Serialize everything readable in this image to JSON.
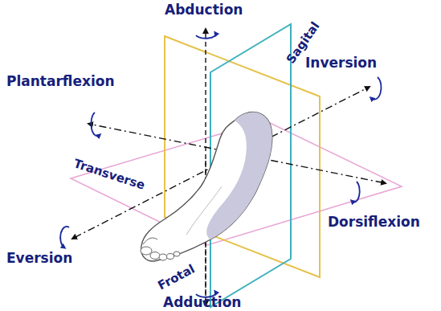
{
  "diagram": {
    "labels": [
      "Abduction",
      "Sagital",
      "Inversion",
      "Plantarflexion",
      "Transverse",
      "Dorsiflexion",
      "Eversion",
      "Frotal",
      "Adduction"
    ]
  }
}
